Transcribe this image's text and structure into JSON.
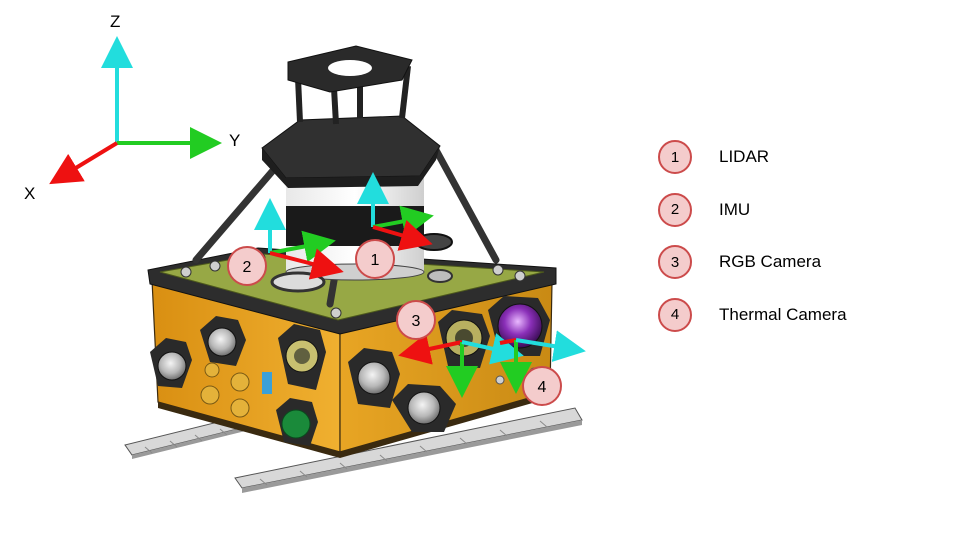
{
  "axes": {
    "z_label": "Z",
    "y_label": "Y",
    "x_label": "X"
  },
  "markers": [
    {
      "number": "1"
    },
    {
      "number": "2"
    },
    {
      "number": "3"
    },
    {
      "number": "4"
    }
  ],
  "legend": {
    "items": [
      {
        "number": "1",
        "label": "LIDAR"
      },
      {
        "number": "2",
        "label": "IMU"
      },
      {
        "number": "3",
        "label": "RGB Camera"
      },
      {
        "number": "4",
        "label": "Thermal Camera"
      }
    ]
  },
  "colors": {
    "z_axis": "#22dddd",
    "y_axis": "#22cc22",
    "x_axis": "#ee1111",
    "marker_fill": "#f4cccc",
    "marker_stroke": "#cc4b4b",
    "enclosure": "#e0a020",
    "frame": "#3a3a3a"
  }
}
